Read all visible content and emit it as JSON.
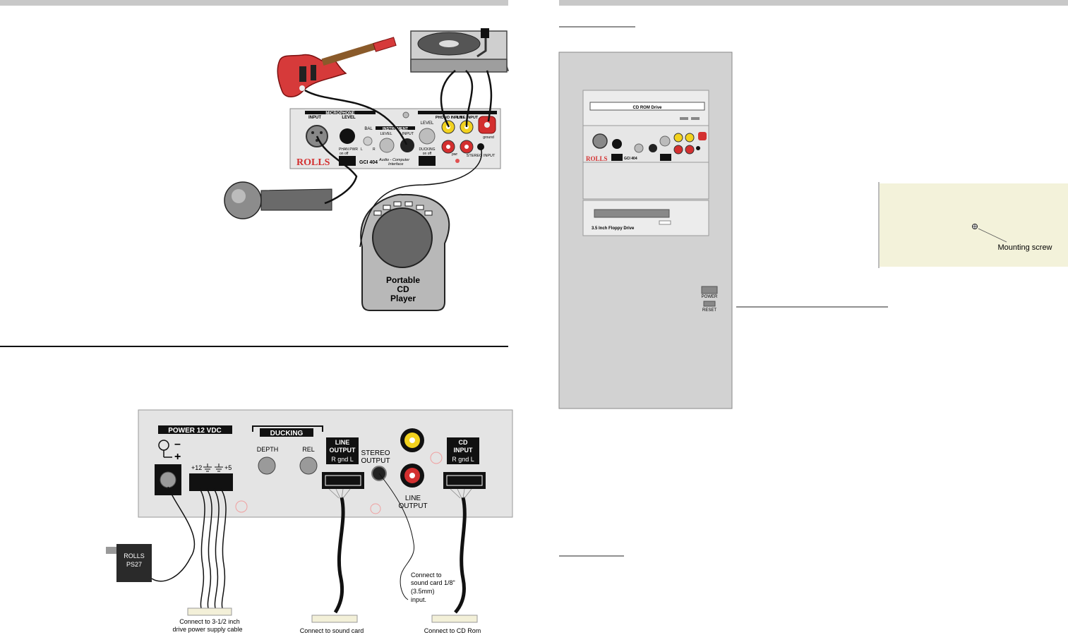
{
  "top_panel": {
    "mic_header": "MICROPHONE",
    "mic_input": "INPUT",
    "mic_level": "LEVEL",
    "bal": "BAL",
    "bal_l": "L",
    "bal_r": "R",
    "instrument_header": "INSTRUMENT",
    "inst_level": "LEVEL",
    "inst_input": "INPUT",
    "level": "LEVEL",
    "phono_input": "PHONO INPUT",
    "line_input": "LINE INPUT",
    "ground": "ground",
    "phan_pwr": "PHAN PWR",
    "phan_onoff": "on   off",
    "ducking": "DUCKING",
    "ducking_onoff": "on   off",
    "pwr": "pwr",
    "stereo_input": "STEREO INPUT",
    "brand": "ROLLS",
    "model": "GCI 404",
    "subtitle1": "Audio - Computer",
    "subtitle2": "Interface"
  },
  "cd_player": {
    "line1": "Portable",
    "line2": "CD",
    "line3": "Player"
  },
  "rear_panel": {
    "power_header": "POWER  12 VDC",
    "minus": "–",
    "plus": "+",
    "pin_plus12": "+12",
    "pin_plus5": "+5",
    "ducking_header": "DUCKING",
    "depth": "DEPTH",
    "rel": "REL",
    "line_output_box": "LINE\nOUTPUT\nR gnd L",
    "line_output_l1": "LINE",
    "line_output_l2": "OUTPUT",
    "line_output_l3": "R  gnd  L",
    "stereo_output_l1": "STEREO",
    "stereo_output_l2": "OUTPUT",
    "line_output2_l1": "LINE",
    "line_output2_l2": "OUTPUT",
    "cd_input_l1": "CD",
    "cd_input_l2": "INPUT",
    "cd_input_l3": "R  gnd  L",
    "psu_l1": "ROLLS",
    "psu_l2": "PS27",
    "sound_note_l1": "Connect to",
    "sound_note_l2": "sound card 1/8\"",
    "sound_note_l3": "(3.5mm)",
    "sound_note_l4": "input.",
    "conn_power_l1": "Connect to 3-1/2 inch",
    "conn_power_l2": "drive power supply cable",
    "conn_sound": "Connect to sound card",
    "conn_cdrom": "Connect to CD Rom"
  },
  "pc_front": {
    "cdrom": "CD ROM Drive",
    "floppy": "3.5 Inch Floppy Drive",
    "brand": "ROLLS",
    "model": "GCI 404",
    "power": "POWER",
    "reset": "RESET"
  },
  "mounting": {
    "label": "Mounting screw"
  },
  "colors": {
    "rule_gray": "#c8c8c8",
    "panel_gray": "#e4e4e4",
    "pc_gray": "#d2d2d2",
    "note_yellow": "#f3f2da",
    "brand_red": "#d32f2f",
    "rca_yellow": "#f2d21e"
  }
}
